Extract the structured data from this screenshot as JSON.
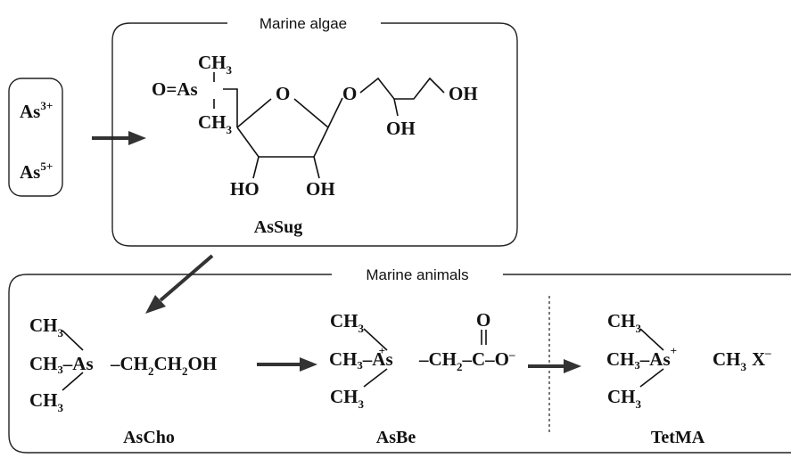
{
  "groups": {
    "algae": "Marine algae",
    "animals": "Marine animals"
  },
  "inorganic": {
    "as3": {
      "base": "As",
      "charge": "3+"
    },
    "as5": {
      "base": "As",
      "charge": "5+"
    }
  },
  "assug": {
    "name": "AsSug",
    "ch3": "CH",
    "ch3_sub": "3",
    "oxo": "O=As",
    "ring_o": "O",
    "glycoside_o": "O",
    "oh_a": "OH",
    "oh_b": "OH",
    "ho": "HO",
    "oh_c": "OH"
  },
  "ascho": {
    "name": "AsCho",
    "ch3": "CH",
    "ch3_sub": "3",
    "center": "CH₃–As",
    "chain": "–CH",
    "chain_sub1": "2",
    "chain2": "CH",
    "chain_sub2": "2",
    "tail": "OH"
  },
  "asbe": {
    "name": "AsBe",
    "ch3": "CH",
    "ch3_sub": "3",
    "center": "CH₃–As",
    "plus": "+",
    "chain": "–CH",
    "chain_sub": "2",
    "carboxyl": "–C–O",
    "minus": "–",
    "oxo": "O"
  },
  "tetma": {
    "name": "TetMA",
    "ch3": "CH",
    "ch3_sub": "3",
    "center": "CH₃–As",
    "plus": "+",
    "methyl": "CH",
    "methyl_sub": "3",
    "anion": "X",
    "minus": "–"
  }
}
